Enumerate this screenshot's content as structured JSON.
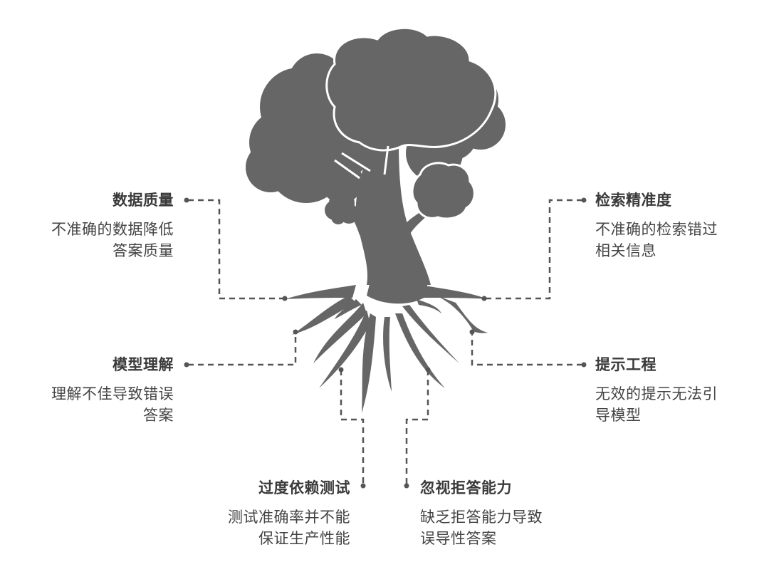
{
  "diagram": {
    "subject": "tree",
    "colors": {
      "tree_fill": "#666666",
      "canopy_outline": "#ffffff",
      "connector": "#555555",
      "title_text": "#3a3a3a",
      "desc_text": "#444444",
      "background": "#ffffff"
    },
    "items": [
      {
        "id": "data-quality",
        "title": "数据质量",
        "desc_lines": [
          "不准确的数据降低",
          "答案质量"
        ],
        "side": "left"
      },
      {
        "id": "retrieval-precision",
        "title": "检索精准度",
        "desc_lines": [
          "不准确的检索错过",
          "相关信息"
        ],
        "side": "right"
      },
      {
        "id": "model-understanding",
        "title": "模型理解",
        "desc_lines": [
          "理解不佳导致错误",
          "答案"
        ],
        "side": "left"
      },
      {
        "id": "prompt-engineering",
        "title": "提示工程",
        "desc_lines": [
          "无效的提示无法引",
          "导模型"
        ],
        "side": "right"
      },
      {
        "id": "over-reliance-testing",
        "title": "过度依赖测试",
        "desc_lines": [
          "测试准确率并不能",
          "保证生产性能"
        ],
        "side": "bottom-left"
      },
      {
        "id": "ignoring-refusal",
        "title": "忽视拒答能力",
        "desc_lines": [
          "缺乏拒答能力导致",
          "误导性答案"
        ],
        "side": "bottom-right"
      }
    ]
  }
}
